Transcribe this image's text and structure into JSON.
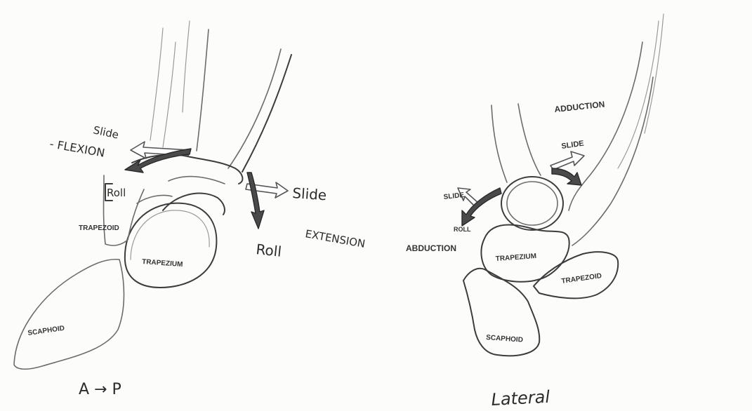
{
  "diagram": {
    "left_view": {
      "caption": "A → P",
      "labels": {
        "slide_top": "Slide",
        "flexion": "- FLEXION",
        "roll_left": "Roll",
        "trapezoid": "TRAPEZOID",
        "trapezium": "TRAPEZIUM",
        "scaphoid": "SCAPHOID",
        "slide_right": "Slide",
        "extension": "EXTENSION",
        "roll_right": "Roll"
      }
    },
    "right_view": {
      "caption": "Lateral",
      "labels": {
        "adduction": "ADDUCTION",
        "slide_top": "SLIDE",
        "slide_left": "SLIDE",
        "roll": "ROLL",
        "abduction": "ABDUCTION",
        "trapezium": "TRAPEZIUM",
        "trapezoid": "TRAPEZOID",
        "scaphoid": "SCAPHOID"
      }
    },
    "colors": {
      "paper": "#fcfcfb",
      "pencil": "#6c6c6c",
      "ink": "#2b2b2b",
      "shaded_arrow": "#4a4a4a"
    }
  }
}
